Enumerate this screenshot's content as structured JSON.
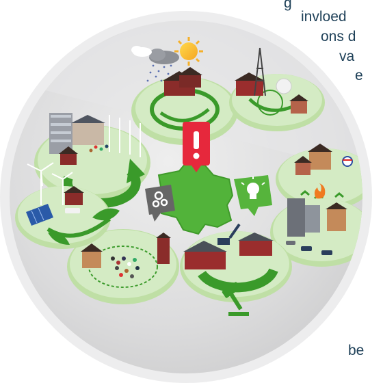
{
  "background_text": {
    "line1": "g",
    "line2": "invloed",
    "line3": "ons d",
    "line4": "va",
    "line5": "e",
    "line6": "be"
  },
  "icons": {
    "alert": "exclamation-icon",
    "idea": "lightbulb-icon",
    "data": "gears-icon"
  },
  "colors": {
    "ring": "#e9e9ea",
    "inner_bg": "#d9d9da",
    "platform": "#d4ebc4",
    "platform_ring": "#bfdfa5",
    "green": "#3a9a2a",
    "map_green": "#52b33a",
    "alert_red": "#e6283c",
    "idea_green": "#56b43c",
    "data_gray": "#666666",
    "text": "#1d3f57"
  }
}
